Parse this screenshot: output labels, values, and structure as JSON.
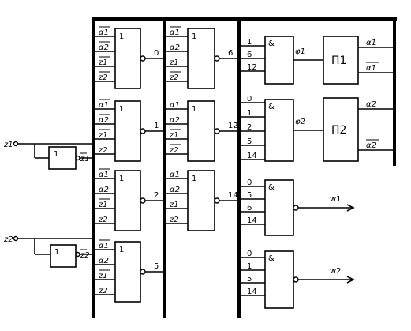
{
  "inputs": {
    "z1": "z1",
    "z2": "z2"
  },
  "inverters": [
    {
      "type": "1",
      "out": "z1"
    },
    {
      "type": "1",
      "out": "z2"
    }
  ],
  "col1": [
    {
      "type": "1",
      "out": "0",
      "in": [
        [
          "α1",
          true
        ],
        [
          "α2",
          true
        ],
        [
          "z1",
          true
        ],
        [
          "z2",
          true
        ]
      ]
    },
    {
      "type": "1",
      "out": "1",
      "in": [
        [
          "α1",
          true
        ],
        [
          "α2",
          true
        ],
        [
          "z1",
          true
        ],
        [
          "z2",
          false
        ]
      ]
    },
    {
      "type": "1",
      "out": "2",
      "in": [
        [
          "α1",
          true
        ],
        [
          "α2",
          false
        ],
        [
          "z1",
          true
        ],
        [
          "z2",
          false
        ]
      ]
    },
    {
      "type": "1",
      "out": "5",
      "in": [
        [
          "α1",
          true
        ],
        [
          "α2",
          false
        ],
        [
          "z1",
          true
        ],
        [
          "z2",
          false
        ]
      ]
    }
  ],
  "col2": [
    {
      "type": "1",
      "out": "6",
      "in": [
        [
          "α1",
          true
        ],
        [
          "α2",
          false
        ],
        [
          "z1",
          false
        ],
        [
          "z2",
          true
        ]
      ]
    },
    {
      "type": "1",
      "out": "12",
      "in": [
        [
          "α1",
          false
        ],
        [
          "α2",
          false
        ],
        [
          "z1",
          true
        ],
        [
          "z2",
          true
        ]
      ]
    },
    {
      "type": "1",
      "out": "14",
      "in": [
        [
          "α1",
          false
        ],
        [
          "α2",
          false
        ],
        [
          "z1",
          false
        ],
        [
          "z2",
          false
        ]
      ]
    }
  ],
  "col3": [
    {
      "type": "&",
      "out": "φ1",
      "in": [
        "1",
        "6",
        "12"
      ]
    },
    {
      "type": "&",
      "out": "φ2",
      "in": [
        "0",
        "1",
        "2",
        "5",
        "14"
      ]
    },
    {
      "type": "&",
      "out": "w1",
      "in": [
        "0",
        "5",
        "6",
        "14"
      ]
    },
    {
      "type": "&",
      "out": "w2",
      "in": [
        "0",
        "1",
        "5",
        "14"
      ]
    }
  ],
  "flipflops": [
    {
      "label": "П1",
      "outs": [
        [
          "α1",
          false
        ],
        [
          "α1",
          true
        ]
      ]
    },
    {
      "label": "П2",
      "outs": [
        [
          "α2",
          false
        ],
        [
          "α2",
          true
        ]
      ]
    }
  ]
}
